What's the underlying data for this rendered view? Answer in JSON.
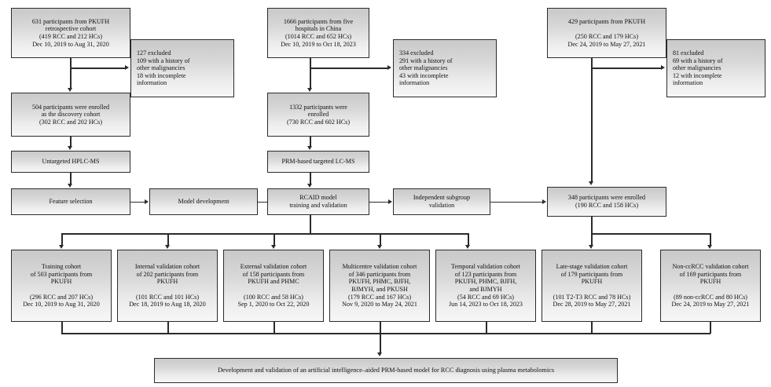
{
  "figure": {
    "type": "flow-diagram",
    "title": "Participant flow diagram for RCAID model development and validation"
  },
  "columns": {
    "discovery": {
      "source_box": "631 participants from PKUFH\nretrospective cohort\n(419 RCC and 212 HCs)\nDec 10, 2019 to Aug 31, 2020",
      "excluded_box": "127 excluded\n    109 with a history of\n        other malignancies\n    18 with incomplete\n        information",
      "enrolled_box": "504 participants were enrolled\nas the discovery cohort\n(302 RCC and 202 HCs)",
      "assay_box": "Untargeted HPLC-MS",
      "step1_box": "Feature selection",
      "step2_box": "Model development"
    },
    "targeted": {
      "source_box": "1666 participants from five\nhospitals in China\n(1014 RCC and 652 HCs)\nDec 10, 2019 to Oct 18, 2023",
      "excluded_box": "334 excluded\n    291 with a history of\n        other malignancies\n    43 with incomplete\n        information",
      "enrolled_box": "1332 participants were\nenrolled\n(730 RCC and 602 HCs)",
      "assay_box": "PRM-based targeted LC-MS",
      "model_box": "RCAID model\ntraining and validation",
      "subgroup_box": "Independent subgroup\nvalidation"
    },
    "prospective": {
      "source_box": "429 participants from PKUFH\n\n(250 RCC and 179 HCs)\nDec 24, 2019 to May 27, 2021",
      "excluded_box": "81 excluded\n    69 with a history of\n        other malignancies\n    12 with incomplete\n        information",
      "enrolled_box": "348 participants were enrolled\n(190 RCC and 158 HCs)"
    }
  },
  "cohorts": [
    {
      "name": "training-cohort",
      "text": "Training cohort\nof 503 participants from\nPKUFH\n\n(296 RCC and 207 HCs)\nDec 10, 2019 to Aug 31, 2020"
    },
    {
      "name": "internal-validation-cohort",
      "text": "Internal validation cohort\nof 202 participants from\nPKUFH\n\n(101 RCC and 101 HCs)\nDec 18, 2019 to Aug 18, 2020"
    },
    {
      "name": "external-validation-cohort",
      "text": "External validation cohort\nof 158 participants from\nPKUFH and PHMC\n\n(100 RCC and 58 HCs)\nSep 1, 2020 to  Oct 22, 2020"
    },
    {
      "name": "multicentre-validation-cohort",
      "text": "Multicentre validation cohort\nof 346 participants from\nPKUFH, PHMC, BJFH,\nBJMYH, and PKUSH\n(179 RCC and 167 HCs)\nNov 9, 2020 to May 24, 2021"
    },
    {
      "name": "temporal-validation-cohort",
      "text": "Temporal validation cohort\nof 123 participants from\nPKUFH, PHMC, BJFH,\nand BJMYH\n(54 RCC and 69 HCs)\nJun 14, 2023 to Oct 18, 2023"
    },
    {
      "name": "late-stage-validation-cohort",
      "text": "Late-stage validation cohort\nof 179 participants from\nPKUFH\n\n(101 T2-T3 RCC and 78 HCs)\nDec 28, 2019 to May 27, 2021"
    },
    {
      "name": "non-ccrcc-validation-cohort",
      "text": "Non-ccRCC validation cohort\nof 169 participants from\nPKUFH\n\n(89 non-ccRCC and 80 HCs)\nDec 24, 2019 to May 27, 2021"
    }
  ],
  "conclusion": {
    "text": "Development and validation of an artificial intelligence–aided PRM-based model for RCC diagnosis using plasma metabolomics"
  },
  "colors": {
    "box_border": "#2b2b2b",
    "box_fill_top": "#c9c9c9",
    "box_fill_bottom": "#f7f7f7",
    "connector": "#2b2b2b",
    "text": "#111111",
    "background": "#ffffff"
  }
}
